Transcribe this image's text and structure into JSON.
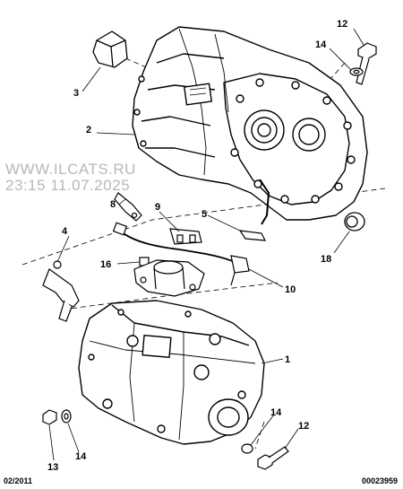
{
  "watermark": {
    "site": "WWW.ILCATS.RU",
    "timestamp": "23:15 11.07.2025"
  },
  "callouts": [
    "1",
    "2",
    "3",
    "4",
    "5",
    "8",
    "9",
    "10",
    "12",
    "12",
    "13",
    "14",
    "14",
    "14",
    "16",
    "18"
  ],
  "footer": {
    "date": "02/2011",
    "reference": "00023959"
  }
}
